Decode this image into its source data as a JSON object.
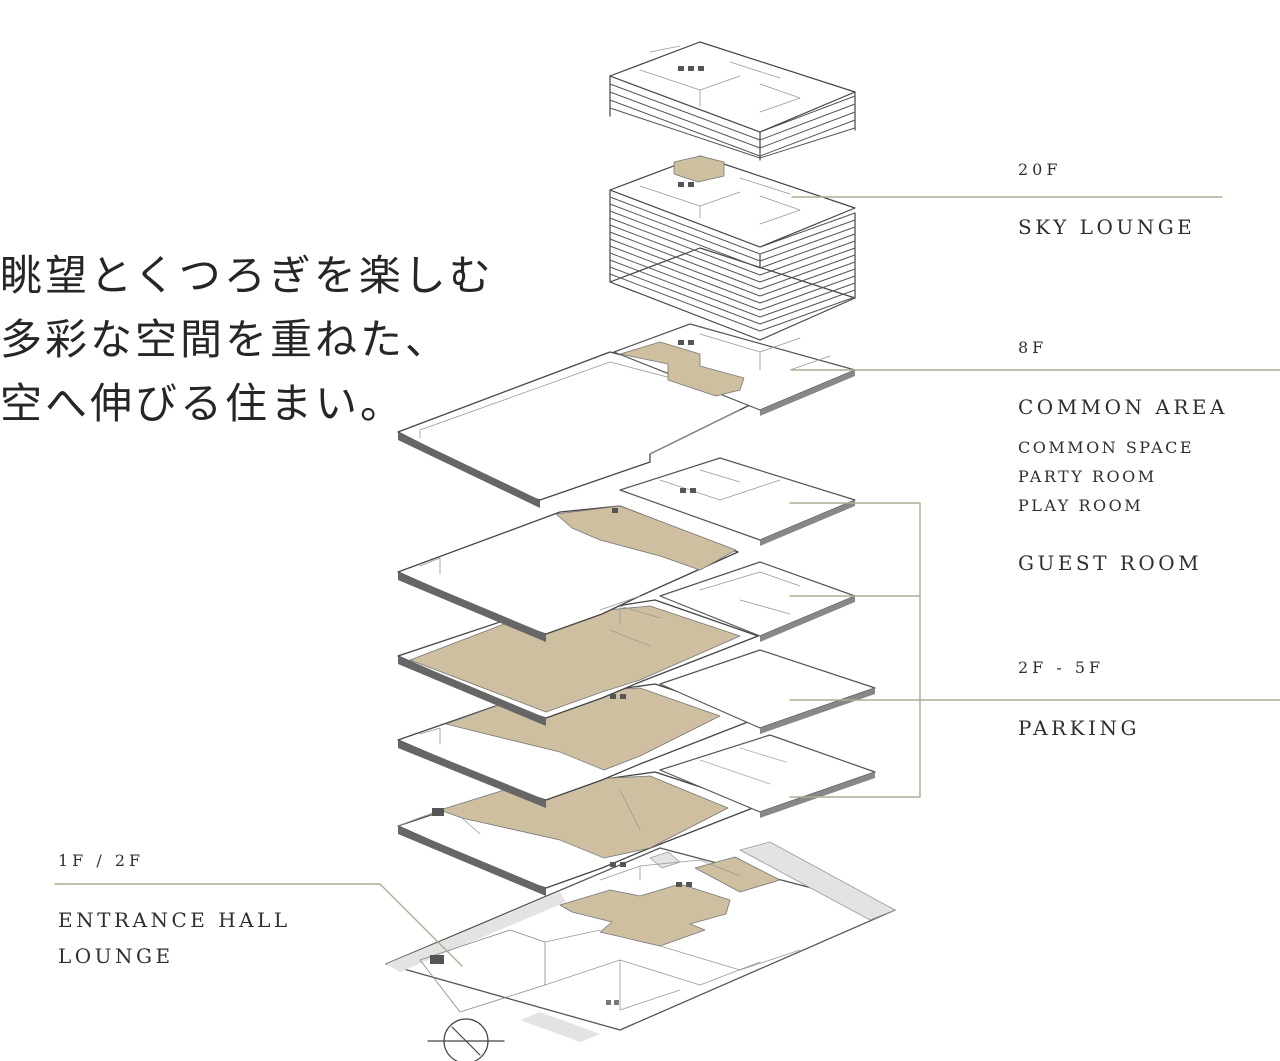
{
  "headline": {
    "line1": "眺望とくつろぎを楽しむ",
    "line2": "多彩な空間を重ねた、",
    "line3": "空へ伸びる住まい。"
  },
  "labels": {
    "f20": {
      "floor": "20F",
      "title": "SKY LOUNGE"
    },
    "f8": {
      "floor": "8F",
      "title": "COMMON AREA",
      "items": [
        "COMMON SPACE",
        "PARTY ROOM",
        "PLAY ROOM"
      ],
      "title2": "GUEST ROOM"
    },
    "f2_5": {
      "floor": "2F - 5F",
      "title": "PARKING"
    },
    "f1_2": {
      "floor": "1F / 2F",
      "title_line1": "ENTRANCE HALL",
      "title_line2": "LOUNGE"
    }
  },
  "colors": {
    "highlight": "#cdbf9f",
    "line": "#555555",
    "leader": "#b1ac94",
    "plaza": "#e3e3e3",
    "text": "#2b2b2b"
  },
  "icons": {
    "north_marker": "compass-north-icon"
  }
}
